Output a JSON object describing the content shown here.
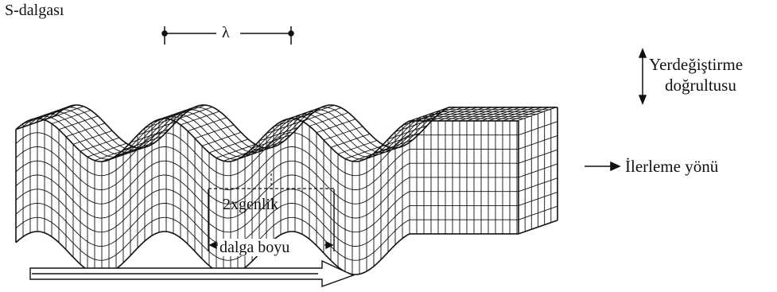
{
  "title": "S-dalgası",
  "lambda_label": "λ",
  "displacement_label_line1": "Yerdeğiştirme",
  "displacement_label_line2": "doğrultusu",
  "propagation_label": "İlerleme yönü",
  "amplitude_label": "2xgenlik",
  "wavelength_label": "dalga boyu",
  "colors": {
    "ink": "#111111",
    "background": "#ffffff"
  }
}
